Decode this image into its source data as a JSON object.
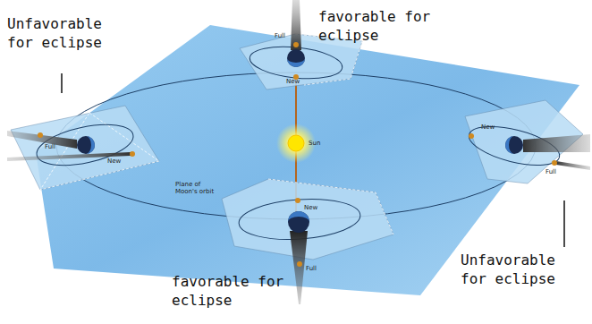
{
  "diagram": {
    "labels": [
      "Unfavorable for eclipse",
      "favorable for eclipse",
      "Unfavorable for eclipse",
      "favorable for eclipse",
      "Full",
      "New",
      "Full",
      "New",
      "New",
      "Full",
      "New",
      "Full",
      "Sun",
      "Plane of Moon's orbit"
    ]
  }
}
